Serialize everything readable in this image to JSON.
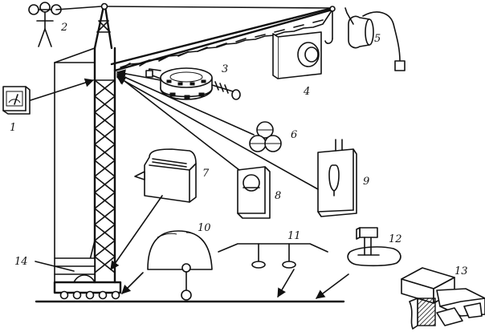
{
  "labels": {
    "n1": "1",
    "n2": "2",
    "n3": "3",
    "n4": "4",
    "n5": "5",
    "n6": "6",
    "n7": "7",
    "n8": "8",
    "n9": "9",
    "n10": "10",
    "n11": "11",
    "n12": "12",
    "n13": "13",
    "n14": "14"
  },
  "colors": {
    "ink": "#111111",
    "paper": "#ffffff"
  }
}
